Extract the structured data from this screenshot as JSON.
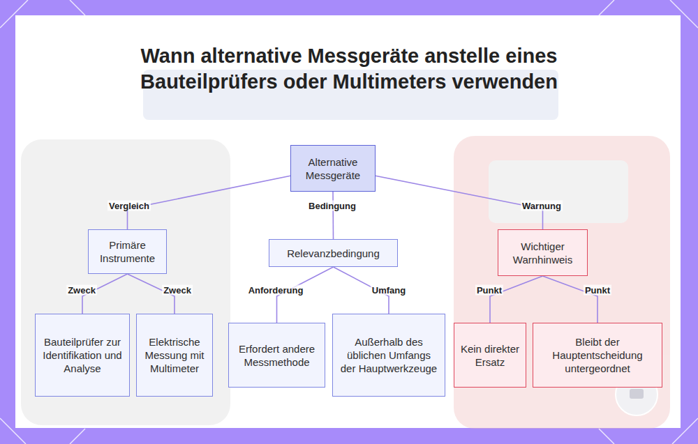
{
  "diagram": {
    "title": "Wann alternative Messgeräte anstelle eines Bauteilprüfers oder Multimeters verwenden",
    "nodes": [
      {
        "text": [
          "Alternative Messgeräte"
        ]
      },
      {
        "text": [
          "Primäre Instrumente"
        ]
      },
      {
        "text": [
          "Relevanzbedingung"
        ]
      },
      {
        "text": [
          "Wichtiger Warnhinweis"
        ]
      },
      {
        "text": [
          "Bauteilprüfer zur Identifikation und Analyse"
        ]
      },
      {
        "text": [
          "Elektrische Messung mit Multimeter"
        ]
      },
      {
        "text": [
          "Erfordert andere Messmethode"
        ]
      },
      {
        "text": [
          "Außerhalb des üblichen Umfangs der Hauptwerkzeuge"
        ]
      },
      {
        "text": [
          "Kein direkter Ersatz"
        ]
      },
      {
        "text": [
          "Bleibt der Hauptentscheidung untergeordnet"
        ]
      }
    ],
    "edges": [
      {
        "from": 0,
        "to": 1,
        "label": "Vergleich",
        "arrow": "none"
      },
      {
        "from": 0,
        "to": 2,
        "label": "Bedingung",
        "arrow": "none"
      },
      {
        "from": 0,
        "to": 3,
        "label": "Warnung",
        "arrow": "none"
      },
      {
        "from": 1,
        "to": 4,
        "label": "Zweck",
        "arrow": "none"
      },
      {
        "from": 1,
        "to": 5,
        "label": "Zweck",
        "arrow": "none"
      },
      {
        "from": 2,
        "to": 6,
        "label": "Anforderung",
        "arrow": "none"
      },
      {
        "from": 2,
        "to": 7,
        "label": "Umfang",
        "arrow": "none"
      },
      {
        "from": 3,
        "to": 8,
        "label": "Punkt",
        "arrow": "none"
      },
      {
        "from": 3,
        "to": 9,
        "label": "Punkt",
        "arrow": "none"
      }
    ]
  }
}
